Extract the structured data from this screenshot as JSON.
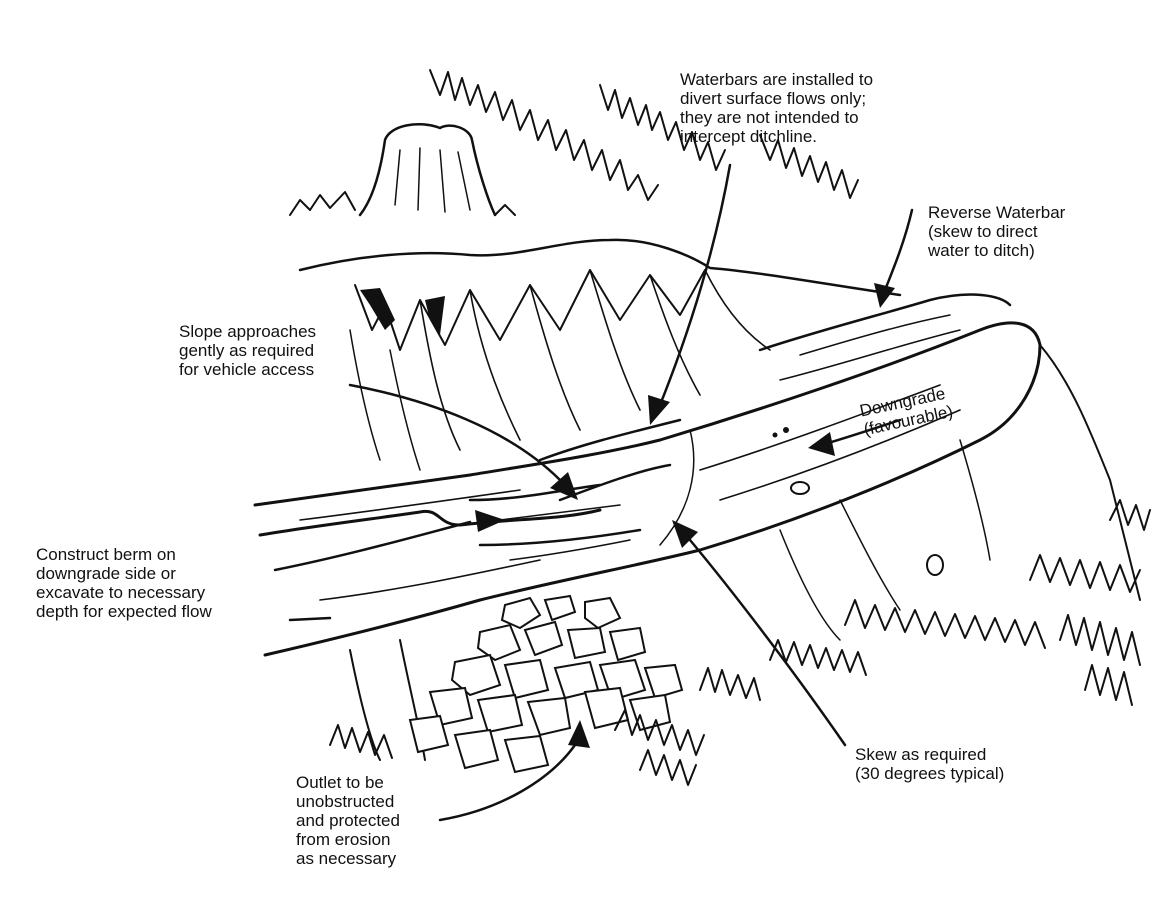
{
  "diagram": {
    "labels": {
      "waterbars_note": "Waterbars are installed to\ndivert surface flows only;\nthey are not intended to\nintercept ditchline.",
      "reverse_waterbar": "Reverse Waterbar\n(skew to direct\nwater to ditch)",
      "slope_approaches": "Slope approaches\ngently as required\nfor vehicle access",
      "downgrade": "Downgrade\n(favourable)",
      "construct_berm": "Construct berm on\ndowngrade side or\nexcavate to necessary\ndepth for expected flow",
      "skew": "Skew as required\n(30 degrees typical)",
      "outlet": "Outlet to be\nunobstructed\nand protected\nfrom erosion\nas necessary"
    },
    "colors": {
      "ink": "#111111",
      "paper": "#ffffff"
    }
  }
}
